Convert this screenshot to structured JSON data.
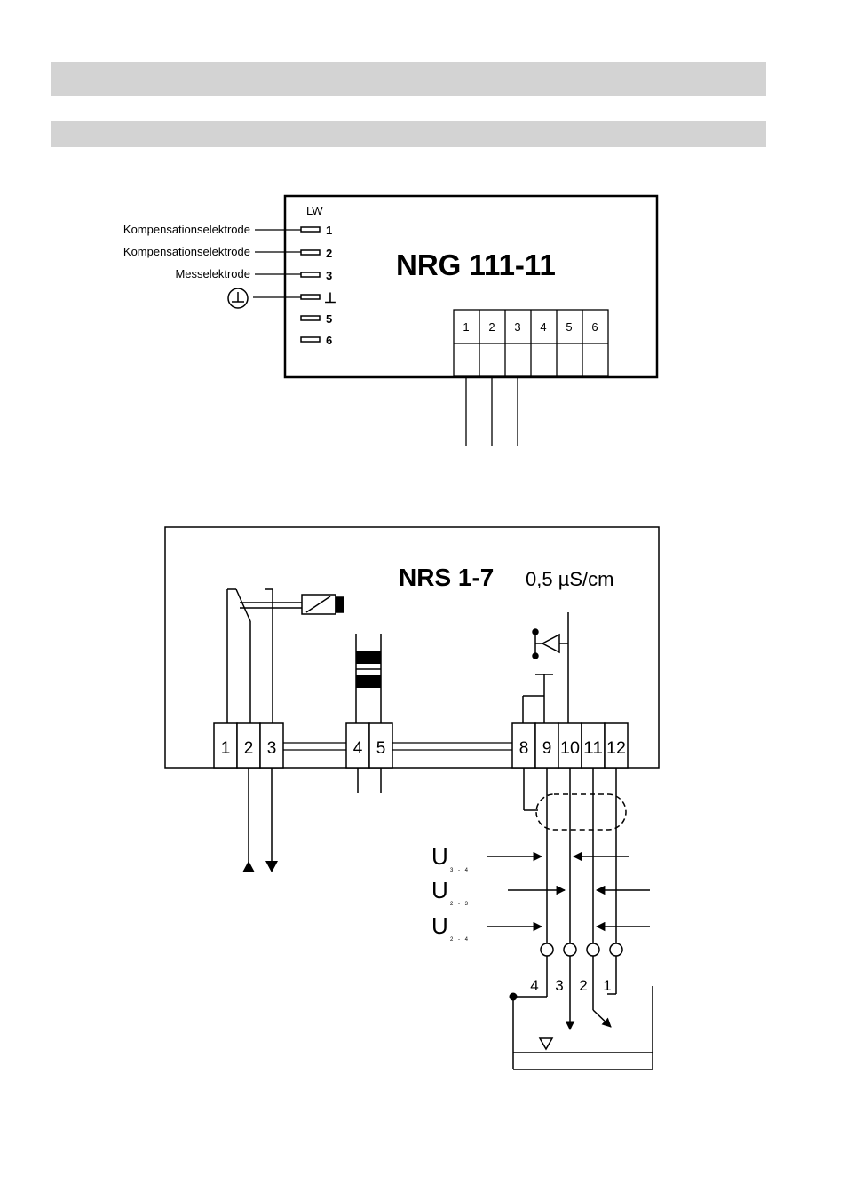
{
  "header_bars": [
    "",
    ""
  ],
  "nrg": {
    "title": "NRG 111-11",
    "lw_label": "LW",
    "electrodes": [
      {
        "label": "Kompensationselektrode",
        "pin": "1"
      },
      {
        "label": "Kompensationselektrode",
        "pin": "2"
      },
      {
        "label": "Messelektrode",
        "pin": "3"
      },
      {
        "label": "",
        "pin": "⊥"
      },
      {
        "label": "",
        "pin": "5"
      },
      {
        "label": "",
        "pin": "6"
      }
    ],
    "terminals": [
      "1",
      "2",
      "3",
      "4",
      "5",
      "6"
    ]
  },
  "nrs": {
    "title": "NRS 1-7",
    "value": "0,5 µS/cm",
    "terminals_left": [
      "1",
      "2",
      "3"
    ],
    "terminals_mid": [
      "4",
      "5"
    ],
    "terminals_right": [
      "8",
      "9",
      "10",
      "11",
      "12"
    ]
  },
  "voltages": [
    {
      "symbol": "U",
      "sub": "3 - 4"
    },
    {
      "symbol": "U",
      "sub": "2 - 3"
    },
    {
      "symbol": "U",
      "sub": "2 - 4"
    }
  ],
  "probe_numbers": [
    "4",
    "3",
    "2",
    "1"
  ]
}
